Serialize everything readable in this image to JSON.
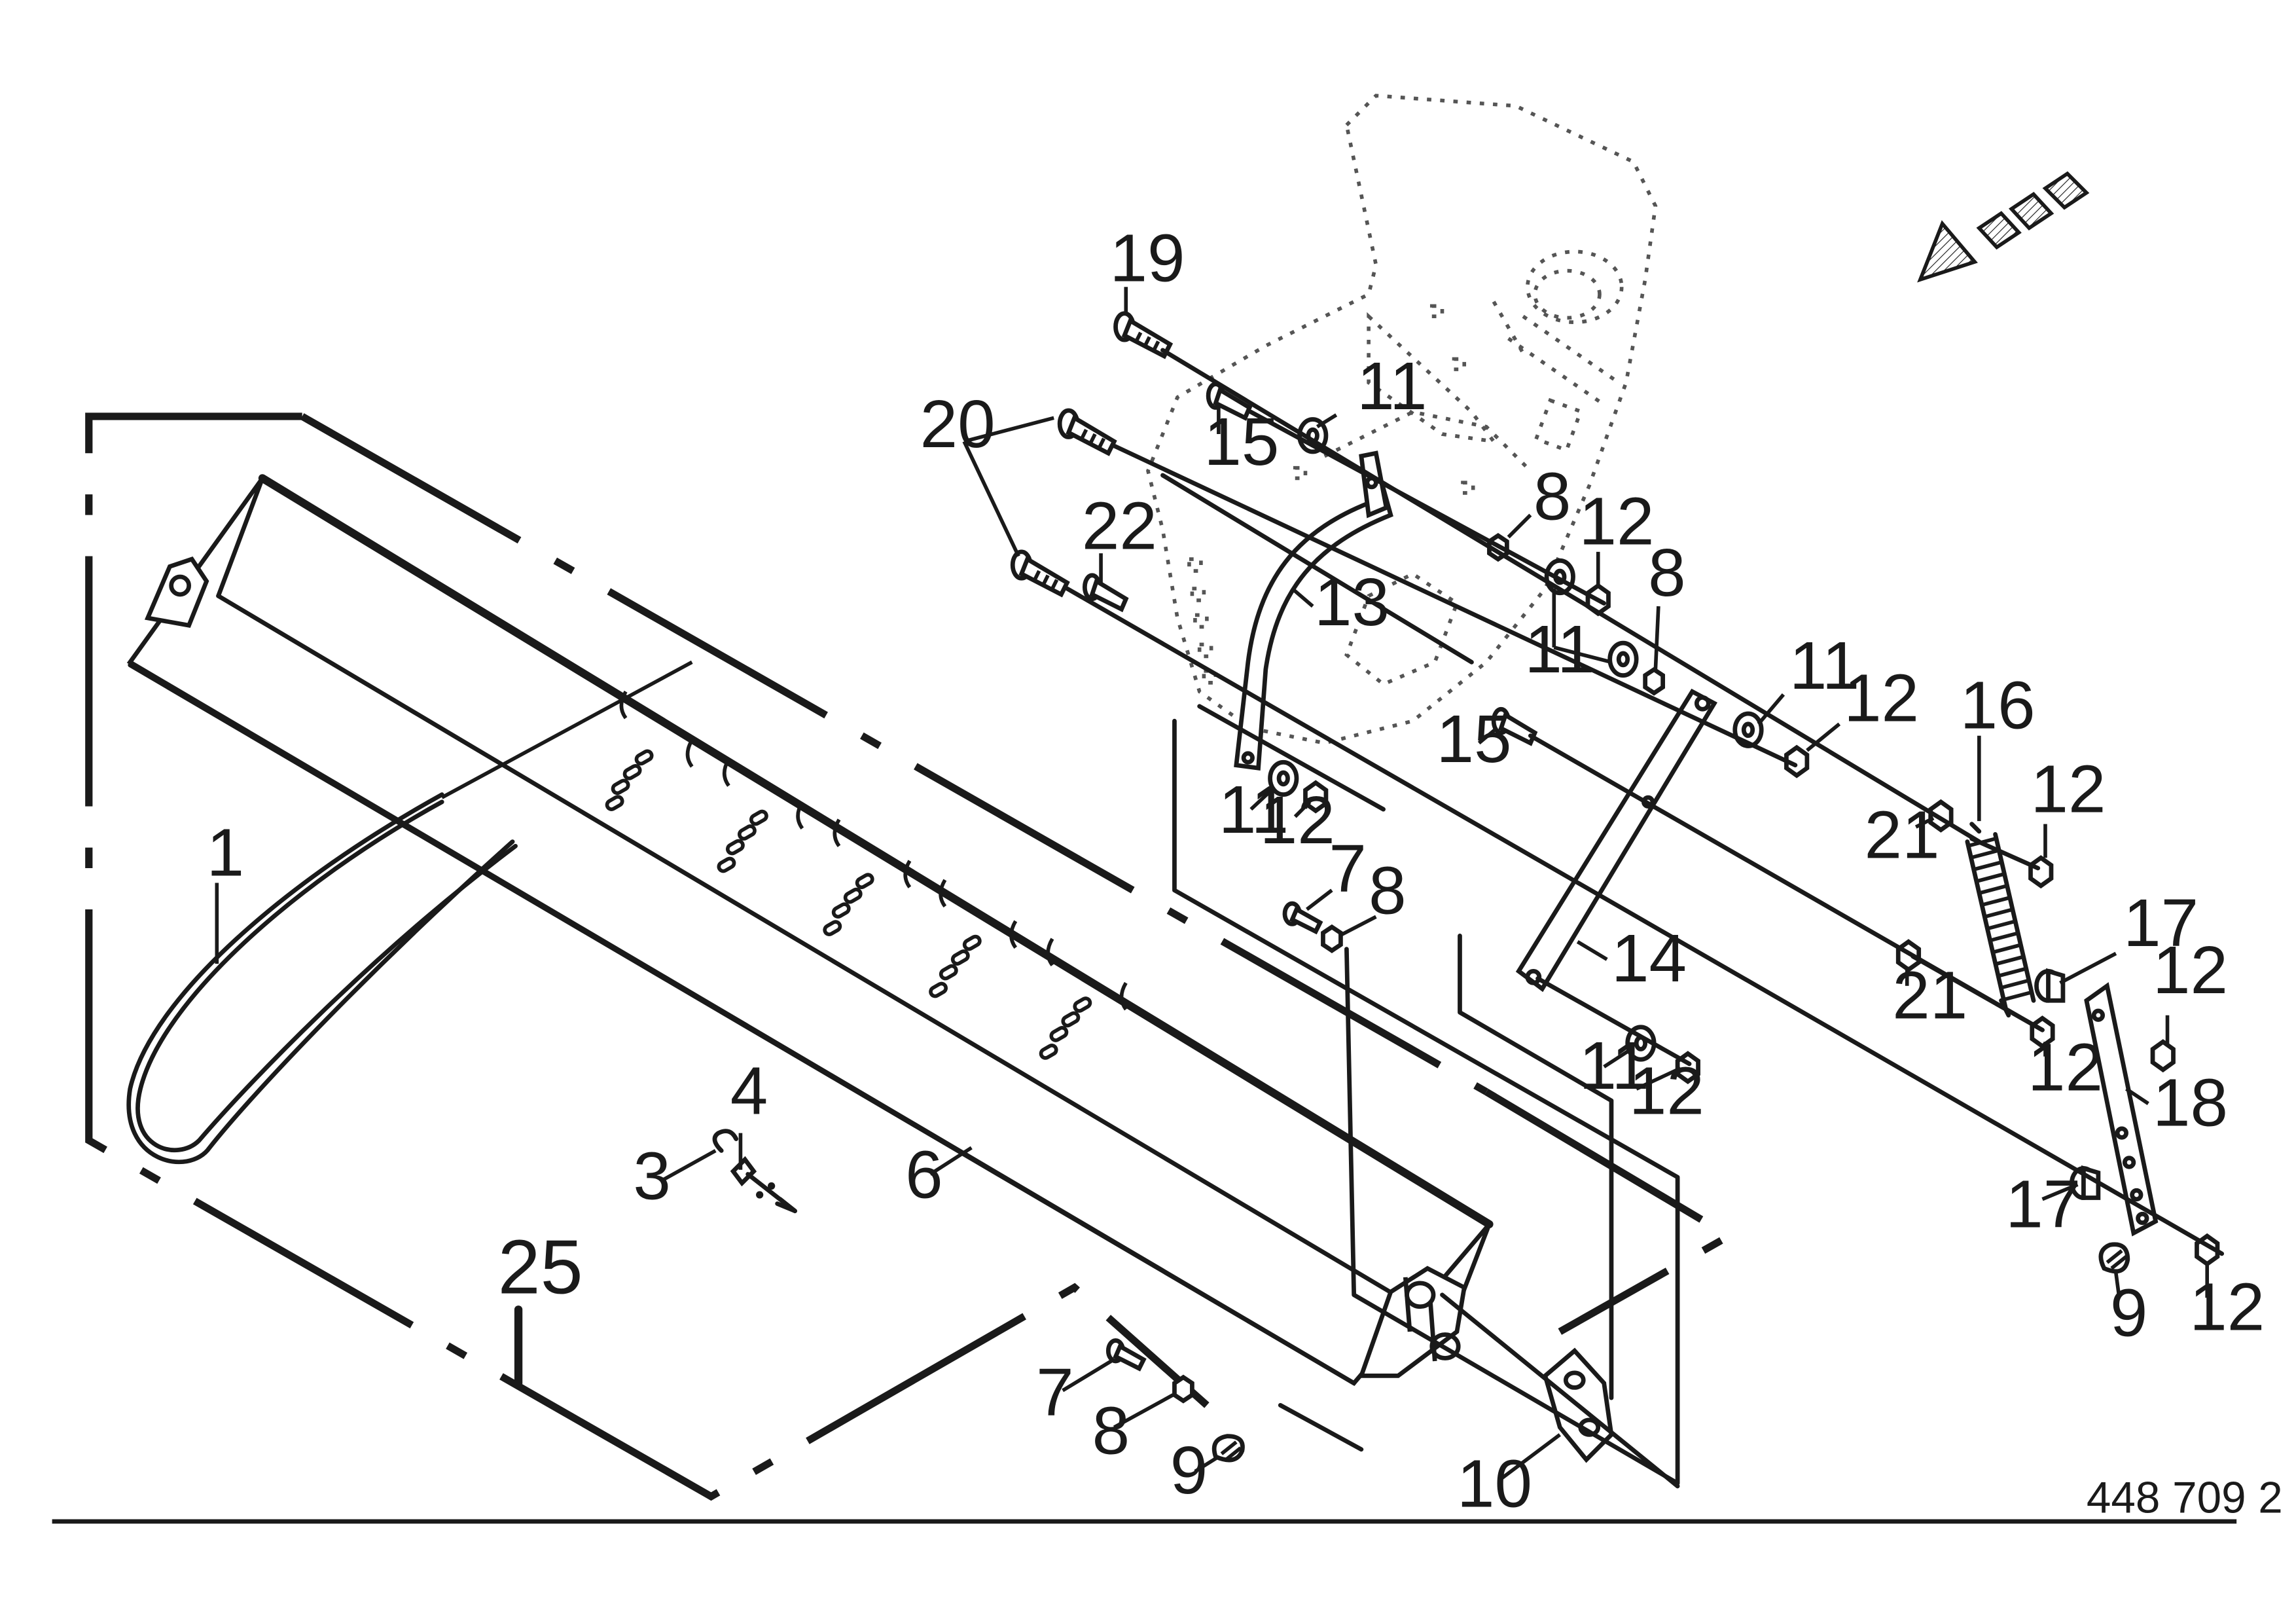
{
  "diagram": {
    "callouts": [
      {
        "id": "c1",
        "text": "1"
      },
      {
        "id": "c3",
        "text": "3"
      },
      {
        "id": "c4",
        "text": "4"
      },
      {
        "id": "c6",
        "text": "6"
      },
      {
        "id": "c7a",
        "text": "7"
      },
      {
        "id": "c7b",
        "text": "7"
      },
      {
        "id": "c8a",
        "text": "8"
      },
      {
        "id": "c8b",
        "text": "8"
      },
      {
        "id": "c8c",
        "text": "8"
      },
      {
        "id": "c8d",
        "text": "8"
      },
      {
        "id": "c9a",
        "text": "9"
      },
      {
        "id": "c9b",
        "text": "9"
      },
      {
        "id": "c10",
        "text": "10"
      },
      {
        "id": "c11a",
        "text": "11"
      },
      {
        "id": "c11b",
        "text": "11"
      },
      {
        "id": "c11c",
        "text": "11"
      },
      {
        "id": "c11d",
        "text": "11"
      },
      {
        "id": "c11e",
        "text": "11"
      },
      {
        "id": "c12a",
        "text": "12"
      },
      {
        "id": "c12b",
        "text": "12"
      },
      {
        "id": "c12c",
        "text": "12"
      },
      {
        "id": "c12d",
        "text": "12"
      },
      {
        "id": "c12e",
        "text": "12"
      },
      {
        "id": "c12f",
        "text": "12"
      },
      {
        "id": "c12g",
        "text": "12"
      },
      {
        "id": "c12h",
        "text": "12"
      },
      {
        "id": "c13",
        "text": "13"
      },
      {
        "id": "c14",
        "text": "14"
      },
      {
        "id": "c15a",
        "text": "15"
      },
      {
        "id": "c15b",
        "text": "15"
      },
      {
        "id": "c16",
        "text": "16"
      },
      {
        "id": "c17a",
        "text": "17"
      },
      {
        "id": "c17b",
        "text": "17"
      },
      {
        "id": "c18",
        "text": "18"
      },
      {
        "id": "c19",
        "text": "19"
      },
      {
        "id": "c20",
        "text": "20"
      },
      {
        "id": "c21a",
        "text": "21"
      },
      {
        "id": "c21b",
        "text": "21"
      },
      {
        "id": "c22",
        "text": "22"
      },
      {
        "id": "c25",
        "text": "25"
      }
    ],
    "document_number": "448 709 2",
    "colors": {
      "line": "#1a1a1a",
      "phantom": "#555555",
      "paper": "#ffffff"
    },
    "icons": [
      "direction-arrow-icon"
    ]
  }
}
